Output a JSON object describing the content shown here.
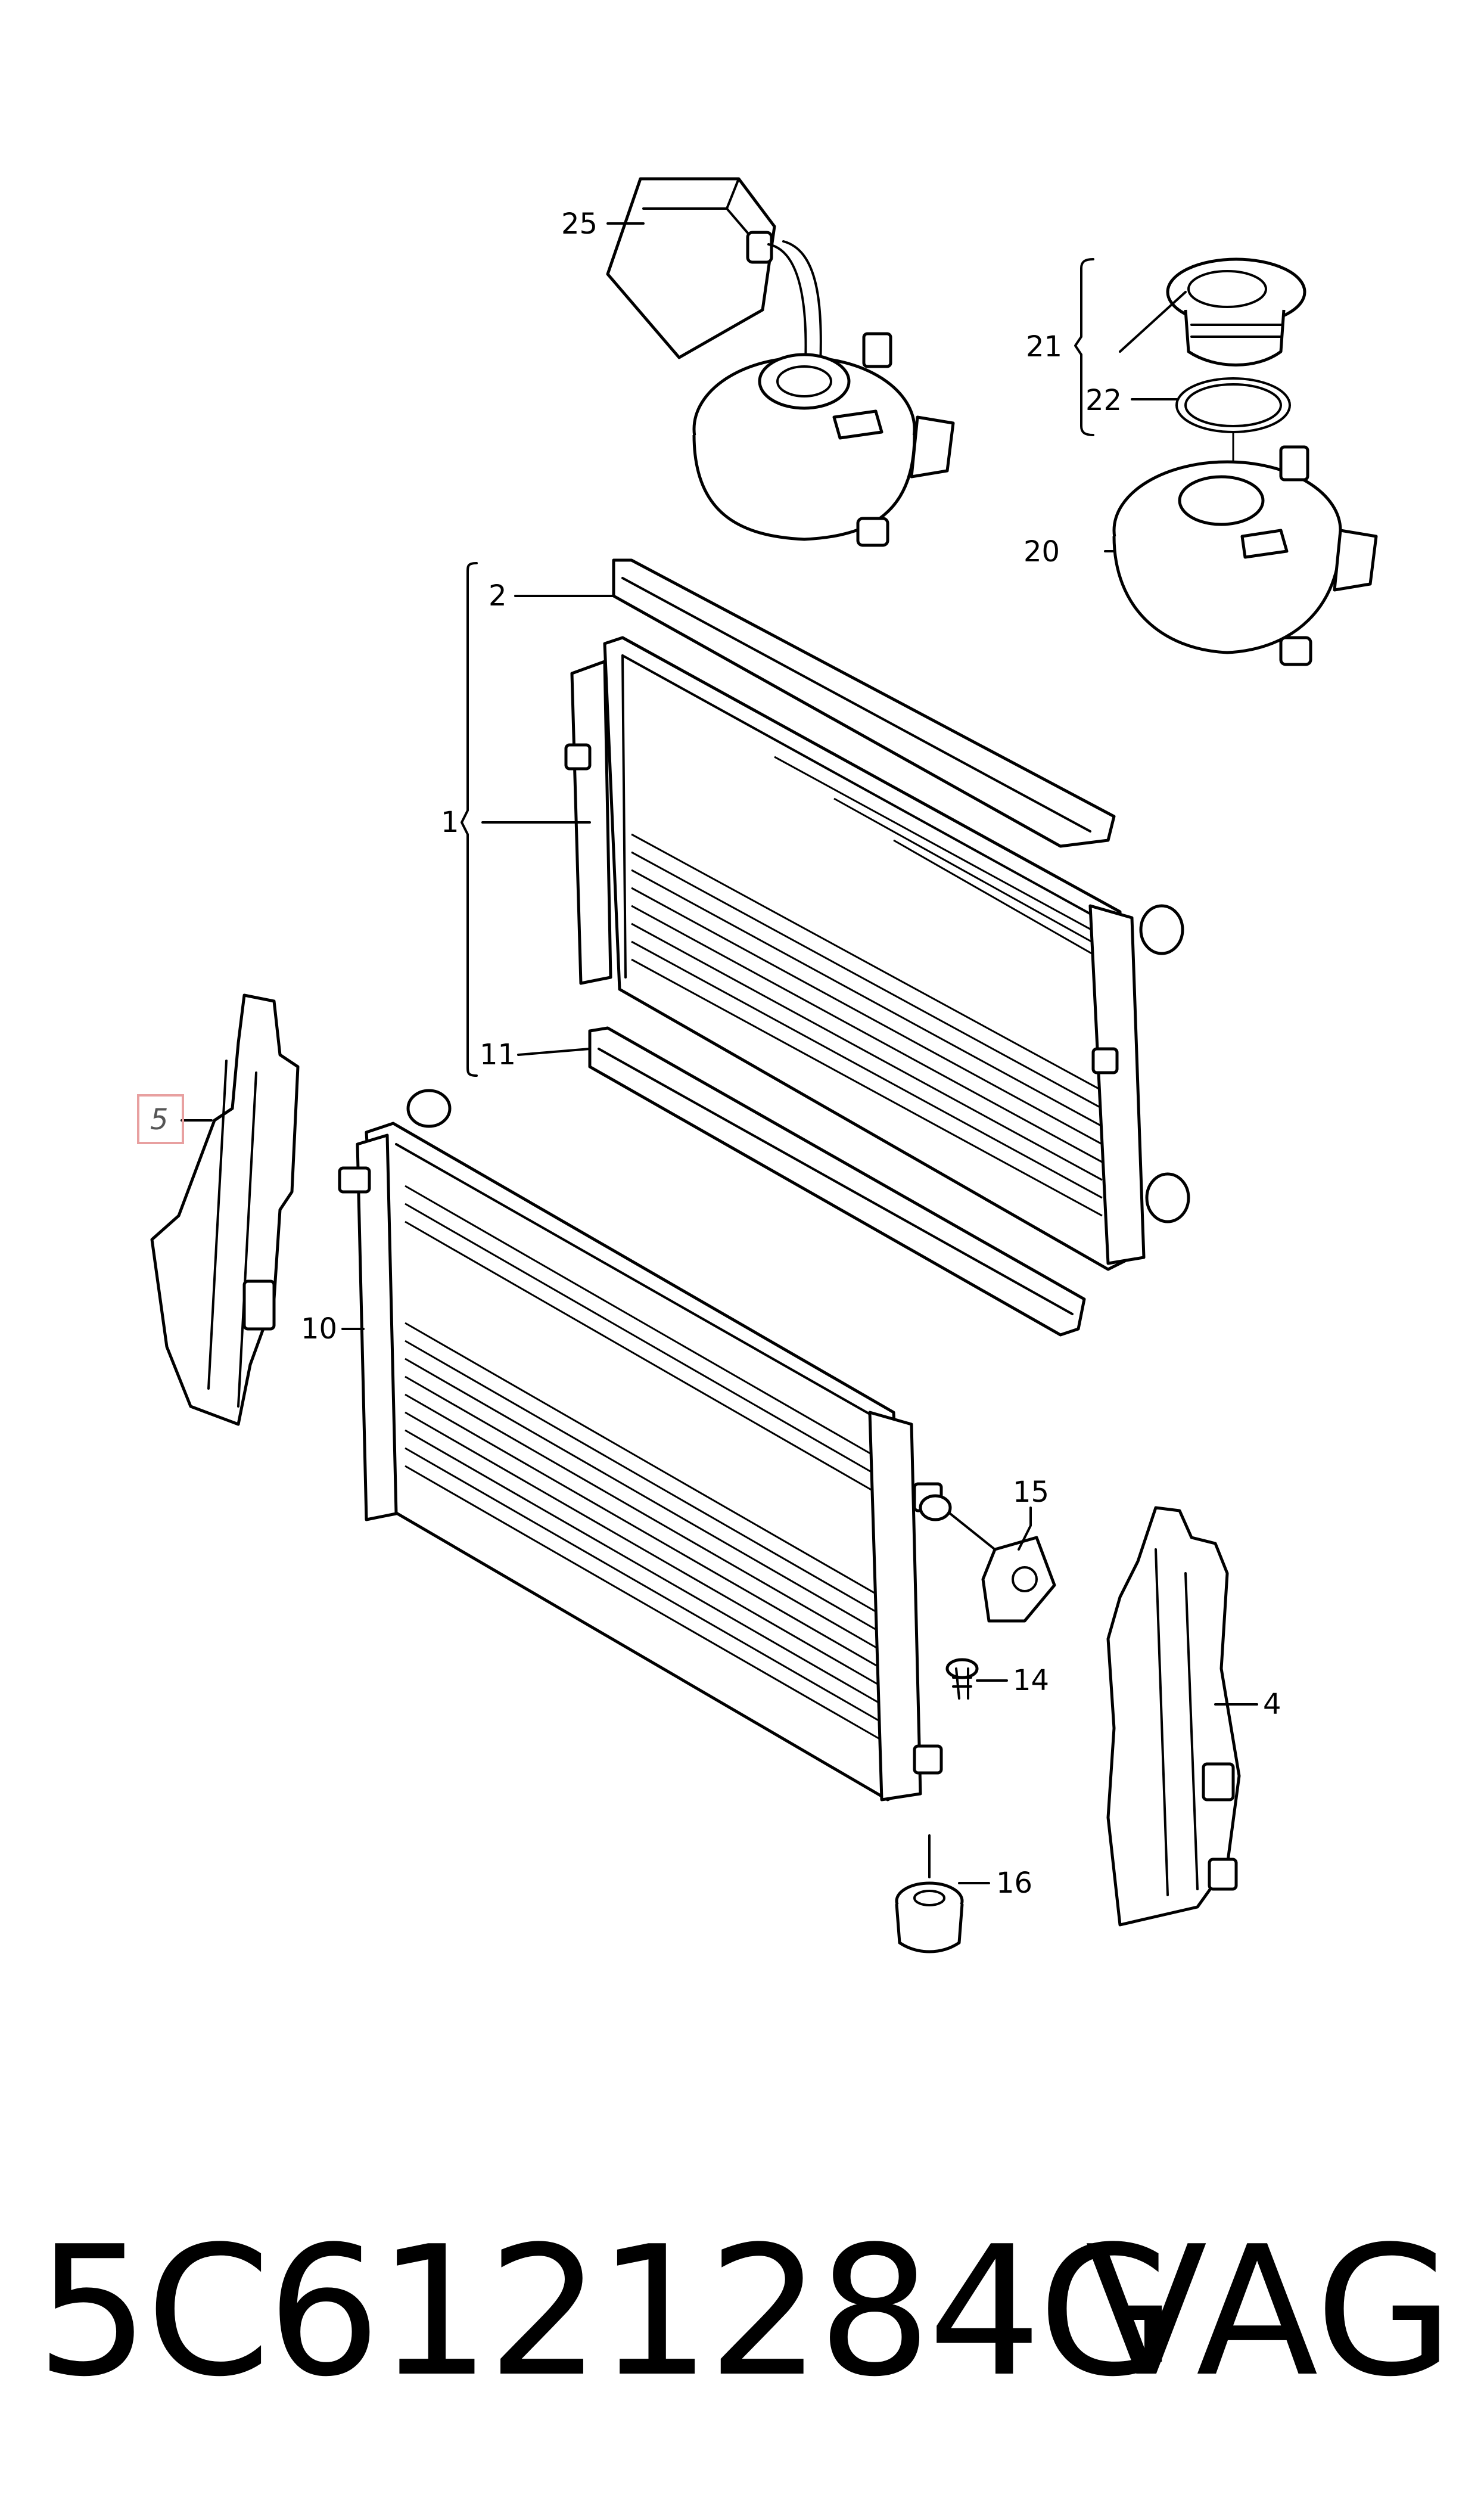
{
  "callouts": {
    "c1": "1",
    "c2": "2",
    "c4": "4",
    "c5": "5",
    "c10": "10",
    "c11": "11",
    "c14": "14",
    "c15": "15",
    "c16": "16",
    "c20": "20",
    "c21": "21",
    "c22": "22",
    "c25": "25"
  },
  "highlight_color": "#e8a0a0",
  "footer": {
    "part_number": "5C6121284G",
    "brand": "VAG"
  }
}
